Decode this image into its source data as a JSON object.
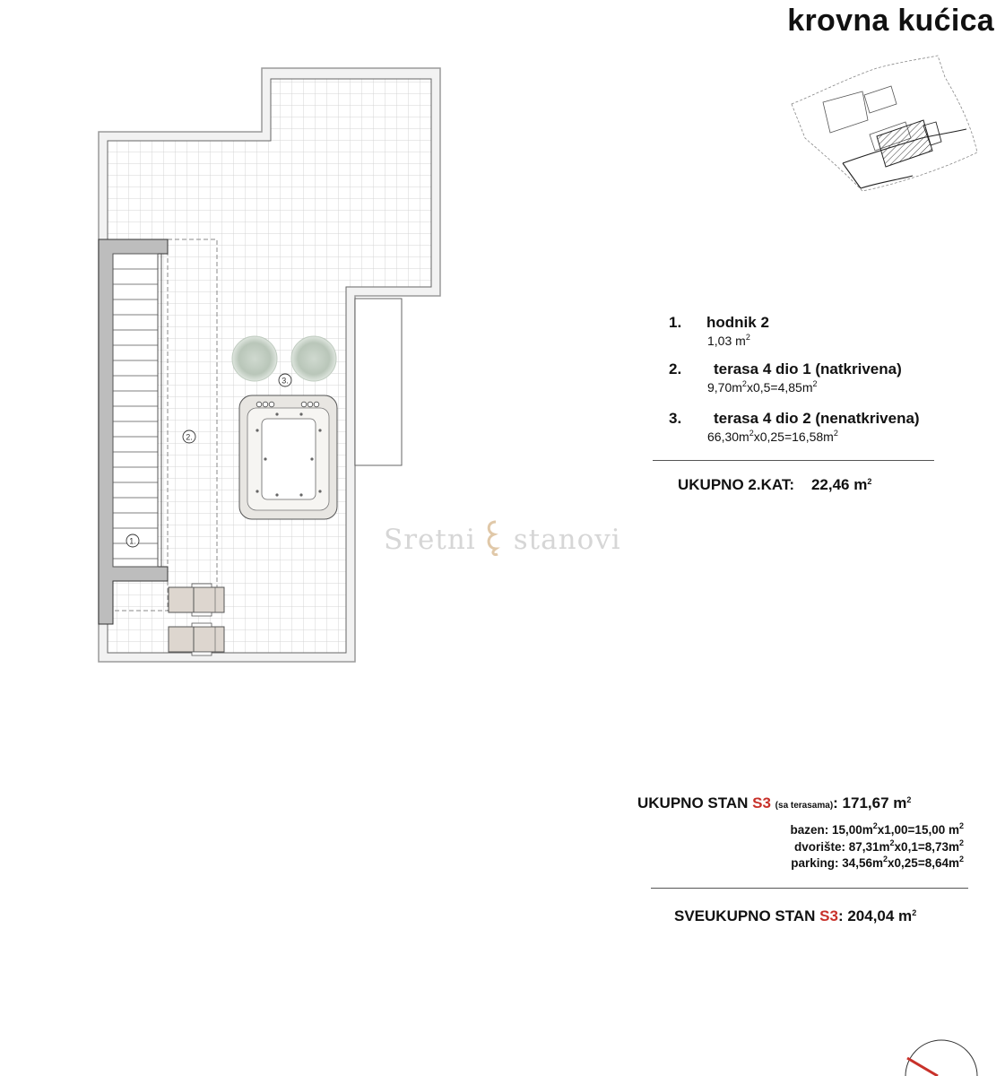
{
  "title": "krovna kućica",
  "watermark": {
    "left": "Sretni",
    "right": "stanovi"
  },
  "plan_markers": [
    "1.",
    "2.",
    "3."
  ],
  "rooms": [
    {
      "num": "1.",
      "name": "hodnik 2",
      "area_value": "1,03 m",
      "area_sup": "2",
      "area_tail": ""
    },
    {
      "num": "2.",
      "name": "terasa 4 dio 1 (natkrivena)",
      "calc_a": "9,70m",
      "calc_sup": "2",
      "calc_b": "x0,5=4,85m",
      "calc_sup2": "2"
    },
    {
      "num": "3.",
      "name": "terasa 4 dio 2 (nenatkrivena)",
      "calc_a": "66,30m",
      "calc_sup": "2",
      "calc_b": "x0,25=16,58m",
      "calc_sup2": "2"
    }
  ],
  "floor_total": {
    "label": "UKUPNO 2.KAT:",
    "value": "22,46 m",
    "sup": "2"
  },
  "apartment_total": {
    "label": "UKUPNO STAN ",
    "code": "S3",
    "note": "(sa terasama)",
    "value": ": 171,67 m",
    "sup": "2"
  },
  "extras": [
    {
      "a": "bazen: 15,00m",
      "s1": "2",
      "b": "x1,00=15,00 m",
      "s2": "2"
    },
    {
      "a": "dvorište:  87,31m",
      "s1": "2",
      "b": "x0,1=8,73m",
      "s2": "2"
    },
    {
      "a": "parking: 34,56m",
      "s1": "2",
      "b": "x0,25=8,64m",
      "s2": "2"
    }
  ],
  "grand_total": {
    "label": "SVEUKUPNO STAN ",
    "code": "S3",
    "value": ": 204,04 m",
    "sup": "2"
  },
  "colors": {
    "accent_red": "#c8312a",
    "wall_gray": "#bdbdbd",
    "tile_line": "#d4d4d4",
    "lounger": "#ddd6cf"
  },
  "icons": [
    "jacuzzi-icon",
    "plant-icon",
    "sun-lounger-icon",
    "staircase-icon",
    "north-arrow-icon",
    "site-locator-icon"
  ]
}
